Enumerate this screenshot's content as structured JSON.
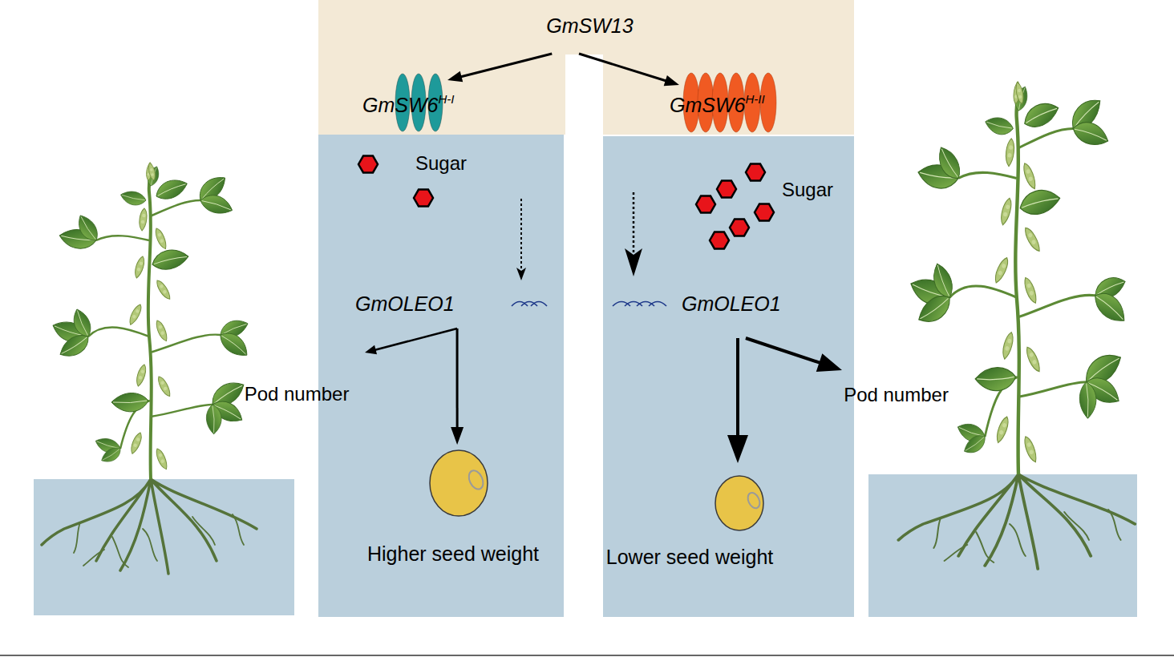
{
  "diagram": {
    "nodes": [
      {
        "text": [
          "GmSW13"
        ]
      },
      {
        "text": [
          "GmSW6",
          "H-I"
        ]
      },
      {
        "text": [
          "GmSW6",
          "H-II"
        ]
      },
      {
        "text": [
          "Sugar"
        ]
      },
      {
        "text": [
          "GmOLEO1"
        ],
        "in": 3
      },
      {
        "text": [
          "Pod number"
        ]
      },
      {
        "text": [
          "Higher seed weight"
        ],
        "in": 3
      },
      {
        "text": [
          "Sugar"
        ]
      },
      {
        "text": [
          "GmOLEO1"
        ],
        "in": 7
      },
      {
        "text": [
          "Pod number"
        ]
      },
      {
        "text": [
          "Lower seed weight"
        ],
        "in": 7
      }
    ],
    "edges": [
      {
        "from": 0,
        "to": 1,
        "arrow": "to"
      },
      {
        "from": 0,
        "to": 2,
        "arrow": "to"
      },
      {
        "from": 4,
        "to": 5,
        "arrow": "to"
      },
      {
        "from": 4,
        "to": 6,
        "arrow": "to"
      },
      {
        "from": 8,
        "to": 9,
        "arrow": "to"
      },
      {
        "from": 8,
        "to": 10,
        "arrow": "to"
      }
    ]
  }
}
